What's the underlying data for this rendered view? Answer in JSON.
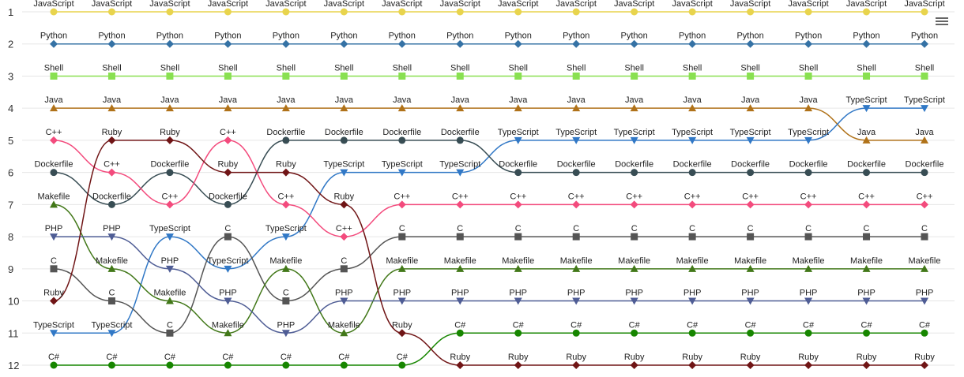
{
  "chart_data": {
    "type": "line",
    "title": "",
    "xlabel": "",
    "ylabel": "",
    "ylim": [
      1,
      12
    ],
    "y_reversed": true,
    "y_ticks": [
      "1",
      "2",
      "3",
      "4",
      "5",
      "6",
      "7",
      "8",
      "9",
      "10",
      "11",
      "12"
    ],
    "x_points": 16,
    "grid": true,
    "legend": "none",
    "series": [
      {
        "name": "JavaScript",
        "color": "#e8d44d",
        "marker": "circle",
        "values": [
          1,
          1,
          1,
          1,
          1,
          1,
          1,
          1,
          1,
          1,
          1,
          1,
          1,
          1,
          1,
          1
        ]
      },
      {
        "name": "Python",
        "color": "#3572a5",
        "marker": "diamond",
        "values": [
          2,
          2,
          2,
          2,
          2,
          2,
          2,
          2,
          2,
          2,
          2,
          2,
          2,
          2,
          2,
          2
        ]
      },
      {
        "name": "Shell",
        "color": "#89e051",
        "marker": "square",
        "values": [
          3,
          3,
          3,
          3,
          3,
          3,
          3,
          3,
          3,
          3,
          3,
          3,
          3,
          3,
          3,
          3
        ]
      },
      {
        "name": "Java",
        "color": "#b07219",
        "marker": "triangle-up",
        "values": [
          4,
          4,
          4,
          4,
          4,
          4,
          4,
          4,
          4,
          4,
          4,
          4,
          4,
          4,
          5,
          5
        ]
      },
      {
        "name": "TypeScript",
        "color": "#3178c6",
        "marker": "triangle-down",
        "values": [
          11,
          11,
          8,
          9,
          8,
          6,
          6,
          6,
          5,
          5,
          5,
          5,
          5,
          5,
          4,
          4
        ]
      },
      {
        "name": "Dockerfile",
        "color": "#384d54",
        "marker": "circle",
        "values": [
          6,
          7,
          6,
          7,
          5,
          5,
          5,
          5,
          6,
          6,
          6,
          6,
          6,
          6,
          6,
          6
        ]
      },
      {
        "name": "C++",
        "color": "#f34b7d",
        "marker": "diamond",
        "values": [
          5,
          6,
          7,
          5,
          7,
          8,
          7,
          7,
          7,
          7,
          7,
          7,
          7,
          7,
          7,
          7
        ]
      },
      {
        "name": "C",
        "color": "#555555",
        "marker": "square",
        "values": [
          9,
          10,
          11,
          8,
          10,
          9,
          8,
          8,
          8,
          8,
          8,
          8,
          8,
          8,
          8,
          8
        ]
      },
      {
        "name": "Makefile",
        "color": "#427819",
        "marker": "triangle-up",
        "values": [
          7,
          9,
          10,
          11,
          9,
          11,
          9,
          9,
          9,
          9,
          9,
          9,
          9,
          9,
          9,
          9
        ]
      },
      {
        "name": "PHP",
        "color": "#4f5d95",
        "marker": "triangle-down",
        "values": [
          8,
          8,
          9,
          10,
          11,
          10,
          10,
          10,
          10,
          10,
          10,
          10,
          10,
          10,
          10,
          10
        ]
      },
      {
        "name": "C#",
        "color": "#178600",
        "marker": "circle",
        "values": [
          12,
          12,
          12,
          12,
          12,
          12,
          12,
          11,
          11,
          11,
          11,
          11,
          11,
          11,
          11,
          11
        ]
      },
      {
        "name": "Ruby",
        "color": "#701516",
        "marker": "diamond",
        "values": [
          10,
          5,
          5,
          6,
          6,
          7,
          11,
          12,
          12,
          12,
          12,
          12,
          12,
          12,
          12,
          12
        ]
      }
    ]
  },
  "ui": {
    "menu_icon": "hamburger-menu-icon"
  }
}
